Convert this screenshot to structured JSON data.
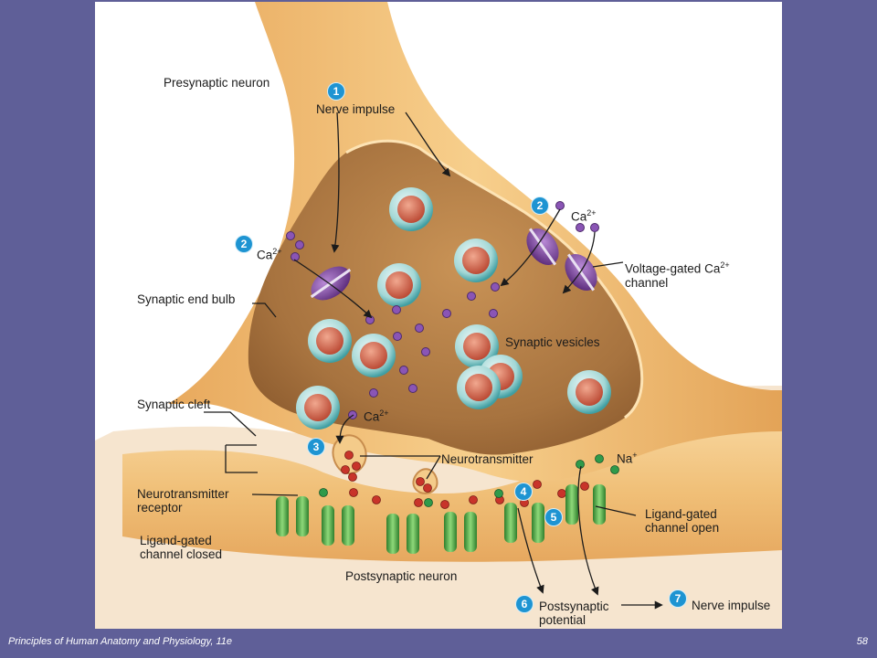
{
  "labels": {
    "presynaptic_neuron": "Presynaptic neuron",
    "nerve_impulse_top": "Nerve impulse",
    "ca_left": "Ca",
    "ca_left_charge": "2+",
    "ca_right": "Ca",
    "ca_right_charge": "2+",
    "voltage_gated_line1": "Voltage-gated Ca",
    "voltage_gated_charge": "2+",
    "voltage_gated_line2": "channel",
    "synaptic_end_bulb": "Synaptic end bulb",
    "synaptic_vesicles": "Synaptic vesicles",
    "synaptic_cleft": "Synaptic cleft",
    "ca_bottom": "Ca",
    "ca_bottom_charge": "2+",
    "neurotransmitter": "Neurotransmitter",
    "na": "Na",
    "na_charge": "+",
    "nt_receptor_line1": "Neurotransmitter",
    "nt_receptor_line2": "receptor",
    "ligand_open_line1": "Ligand-gated",
    "ligand_open_line2": "channel open",
    "ligand_closed_line1": "Ligand-gated",
    "ligand_closed_line2": "channel closed",
    "postsynaptic_neuron": "Postsynaptic neuron",
    "postsynaptic_potential_line1": "Postsynaptic",
    "postsynaptic_potential_line2": "potential",
    "nerve_impulse_bottom": "Nerve impulse"
  },
  "steps": [
    "1",
    "2",
    "2",
    "3",
    "4",
    "5",
    "6",
    "7"
  ],
  "footer": {
    "title": "Principles of Human Anatomy and Physiology, 11e",
    "page": "58"
  },
  "colors": {
    "background": "#5f5f98",
    "panel": "#ffffff",
    "neuron": "#f2bd76",
    "cytoplasm": "#a26f3f",
    "vesicle": "#7ec8c6",
    "vesicle_core": "#d96852",
    "channel_voltage": "#7b3e97",
    "channel_ligand": "#5db54b",
    "calcium_ion": "#8a55b5",
    "neurotransmitter": "#c8342a",
    "sodium_ion": "#2f9a4a",
    "step_badge": "#1e94d2"
  }
}
